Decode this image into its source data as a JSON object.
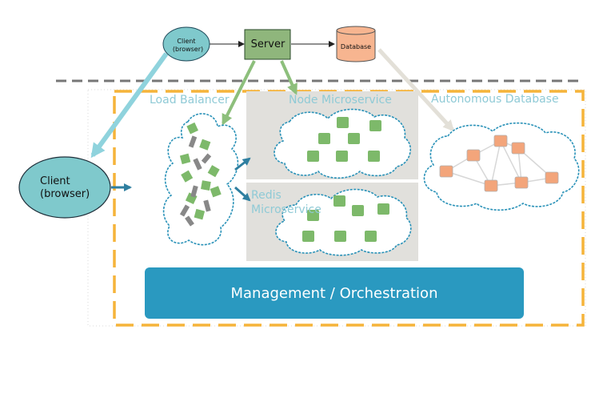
{
  "nodes": {
    "client_top": [
      "Client",
      "(browser)"
    ],
    "server": "Server",
    "database": "Database",
    "client_main": [
      "Client",
      "(browser)"
    ]
  },
  "regions": {
    "load_balancer": "Load Balancer",
    "node_microservice": "Node Microservice",
    "autonomous_database": "Autonomous Database",
    "redis_microservice": [
      "Redis",
      "Microservice"
    ]
  },
  "management_bar": "Management / Orchestration",
  "colors": {
    "client": "#7fc9cc",
    "server": "#8fb67c",
    "database": "#f7b590",
    "orange_dash": "#f5b43a",
    "management": "#2a99c0",
    "gray_panel": "#e1e0dc",
    "green_arrow": "#8dbf7c",
    "teal_arrow": "#2f7fa0",
    "icon_green": "#7db96a",
    "icon_orange": "#f3a57b"
  }
}
